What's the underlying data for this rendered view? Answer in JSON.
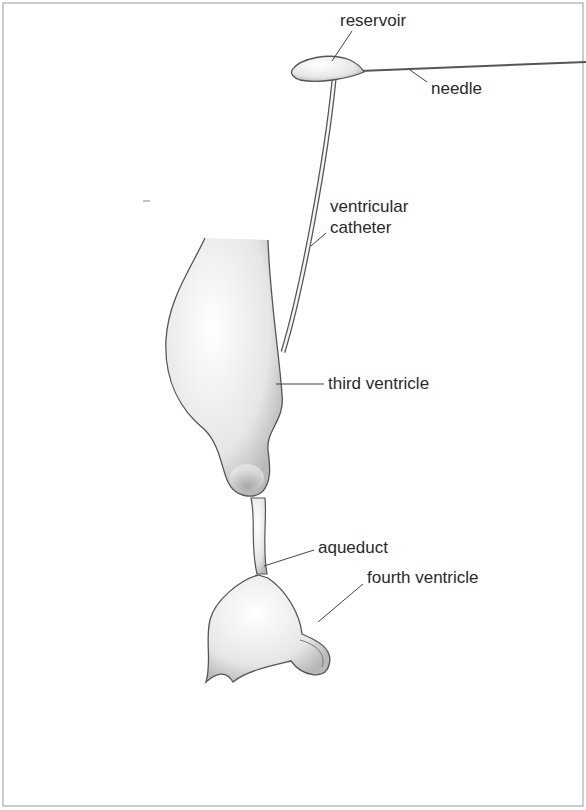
{
  "diagram": {
    "labels": [
      "reservoir",
      "needle",
      "ventricular catheter",
      "third ventricle",
      "aqueduct",
      "fourth ventricle"
    ]
  }
}
